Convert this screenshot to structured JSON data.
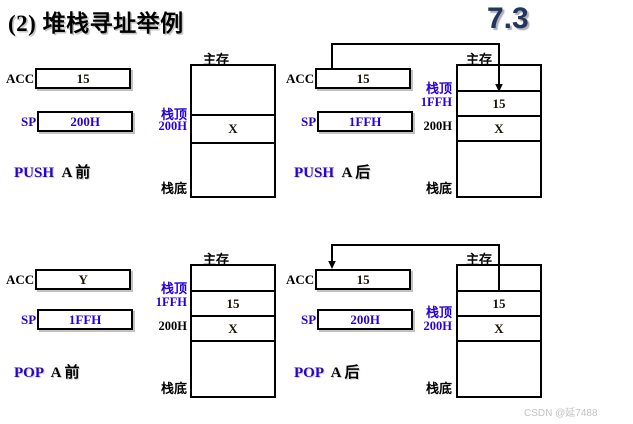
{
  "slide": {
    "title": "(2) 堆栈寻址举例",
    "number": "7.3",
    "watermark": "CSDN @延7488"
  },
  "labels": {
    "acc": "ACC",
    "sp": "SP",
    "main_memory": "主存",
    "stack_top": "栈顶",
    "stack_bottom": "栈底"
  },
  "panels": [
    {
      "id": "push-before",
      "caption_op": "PUSH",
      "caption_arg": "A",
      "caption_when": "前",
      "acc_value": "15",
      "acc_value_color": "black",
      "sp_value": "200H",
      "sp_value_color": "blue",
      "mem_title": "主存",
      "stack_top_label": "栈顶",
      "stack_top_addr": "200H",
      "stack_top_addr_color": "blue",
      "stack_bottom_label": "栈底",
      "cells": [
        "",
        "X",
        ""
      ],
      "arrow": "none"
    },
    {
      "id": "push-after",
      "caption_op": "PUSH",
      "caption_arg": "A",
      "caption_when": "后",
      "acc_value": "15",
      "acc_value_color": "black",
      "sp_value": "1FFH",
      "sp_value_color": "blue",
      "mem_title": "主存",
      "stack_top_label": "栈顶",
      "stack_top_addr": "1FFH",
      "stack_top_addr_color": "blue",
      "second_addr": "200H",
      "second_addr_color": "black",
      "stack_bottom_label": "栈底",
      "cells": [
        "",
        "15",
        "X",
        ""
      ],
      "arrow": "acc-to-memory"
    },
    {
      "id": "pop-before",
      "caption_op": "POP",
      "caption_arg": "A",
      "caption_when": "前",
      "acc_value": "Y",
      "acc_value_color": "black",
      "sp_value": "1FFH",
      "sp_value_color": "blue",
      "mem_title": "主存",
      "stack_top_label": "栈顶",
      "stack_top_addr": "1FFH",
      "stack_top_addr_color": "blue",
      "second_addr": "200H",
      "second_addr_color": "black",
      "stack_bottom_label": "栈底",
      "cells": [
        "",
        "15",
        "X",
        ""
      ],
      "arrow": "none"
    },
    {
      "id": "pop-after",
      "caption_op": "POP",
      "caption_arg": "A",
      "caption_when": "后",
      "acc_value": "15",
      "acc_value_color": "black",
      "sp_value": "200H",
      "sp_value_color": "blue",
      "mem_title": "主存",
      "stack_top_label": "栈顶",
      "stack_top_addr": "200H",
      "stack_top_addr_color": "blue",
      "stack_bottom_label": "栈底",
      "cells": [
        "",
        "15",
        "X",
        ""
      ],
      "arrow": "memory-to-acc"
    }
  ],
  "colors": {
    "blue": "#2800d7",
    "black": "#000000",
    "slide_number": "#22355e",
    "watermark": "#c3c3c3"
  }
}
